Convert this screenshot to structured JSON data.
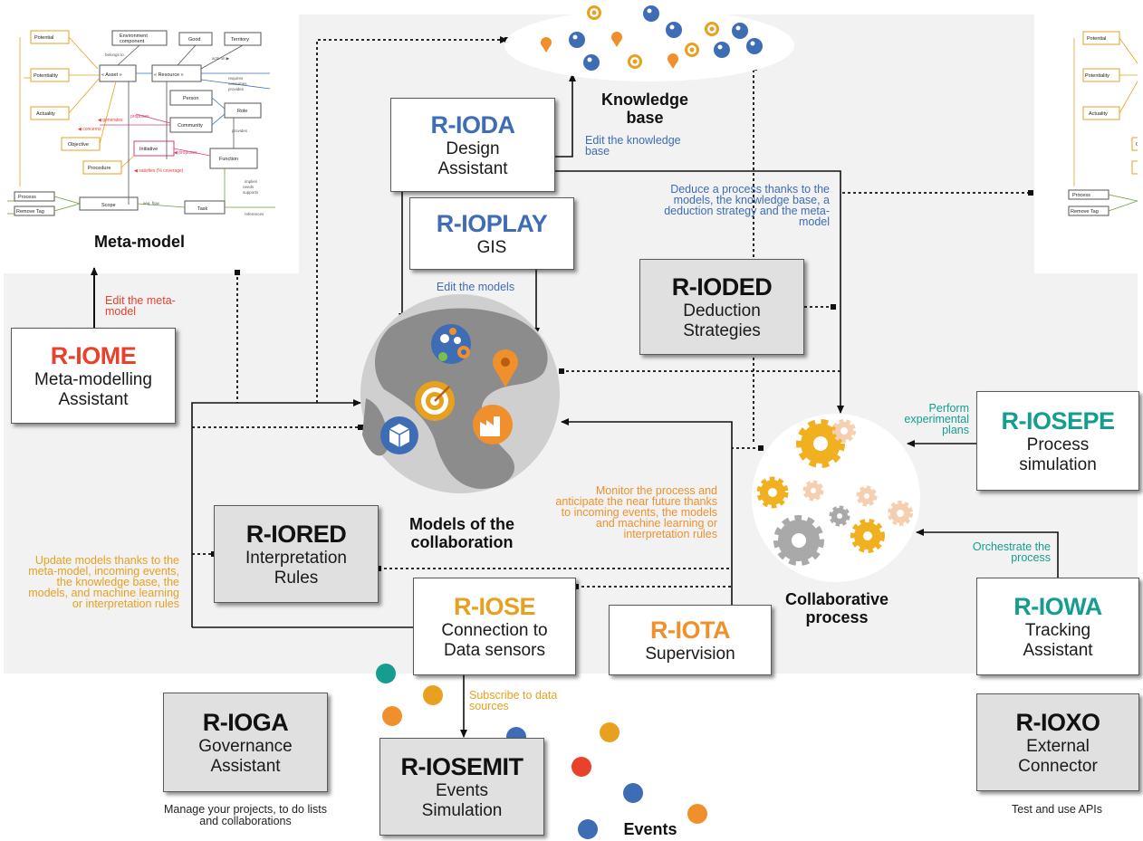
{
  "colors": {
    "red": "#e8412c",
    "blue": "#3e6db5",
    "orange": "#f0902c",
    "yellow": "#e8a020",
    "teal": "#159e8f",
    "black": "#111111"
  },
  "titles": {
    "meta_model": "Meta-model",
    "knowledge_base": "Knowledge base",
    "models_collab": "Models of the collaboration",
    "collab_process": "Collaborative process",
    "events": "Events"
  },
  "boxes": {
    "ioda": {
      "code": "R-IODA",
      "desc": "Design Assistant"
    },
    "ioplay": {
      "code": "R-IOPLAY",
      "desc": "GIS"
    },
    "ioded": {
      "code": "R-IODED",
      "desc": "Deduction Strategies"
    },
    "iome": {
      "code": "R-IOME",
      "desc": "Meta-modelling Assistant"
    },
    "iored": {
      "code": "R-IORED",
      "desc": "Interpretation Rules"
    },
    "iose": {
      "code": "R-IOSE",
      "desc": "Connection to Data sensors"
    },
    "iota": {
      "code": "R-IOTA",
      "desc": "Supervision"
    },
    "iosepe": {
      "code": "R-IOSEPE",
      "desc": "Process simulation"
    },
    "iowa": {
      "code": "R-IOWA",
      "desc": "Tracking Assistant"
    },
    "ioga": {
      "code": "R-IOGA",
      "desc": "Governance Assistant"
    },
    "iosemit": {
      "code": "R-IOSEMIT",
      "desc": "Events Simulation"
    },
    "ioxo": {
      "code": "R-IOXO",
      "desc": "External Connector"
    }
  },
  "labels": {
    "edit_kb": "Edit the knowledge base",
    "deduce": "Deduce a process thanks to the models, the knowledge base, a deduction strategy and the meta-model",
    "edit_models": "Edit the models",
    "edit_meta": "Edit the meta-model",
    "perform": "Perform experimental plans",
    "monitor": "Monitor the process and anticipate the near future thanks to incoming events, the models and machine learning or interpretation rules",
    "update": "Update models thanks to the meta-model, incoming events, the knowledge base, the models, and machine learning or interpretation rules",
    "orchestrate": "Orchestrate the process",
    "subscribe": "Subscribe to data sources"
  },
  "captions": {
    "ioga": "Manage your projects, to do lists and collaborations",
    "ioxo": "Test and use APIs"
  },
  "meta_model_text": {
    "asset": "« Asset »",
    "resource": "« Resource »",
    "potential": "Potential",
    "potentiality": "Potentiality",
    "actuality": "Actuality",
    "objective": "Objective",
    "procedure": "Procedure",
    "scope": "Scope",
    "task": "Task",
    "process": "Process",
    "remove_tag": "Remove Tag",
    "environment": "Environment component",
    "good": "Good",
    "territory": "Territory",
    "person": "Person",
    "community": "Community",
    "initiative": "Initiative",
    "role": "Role",
    "function": "Function"
  }
}
